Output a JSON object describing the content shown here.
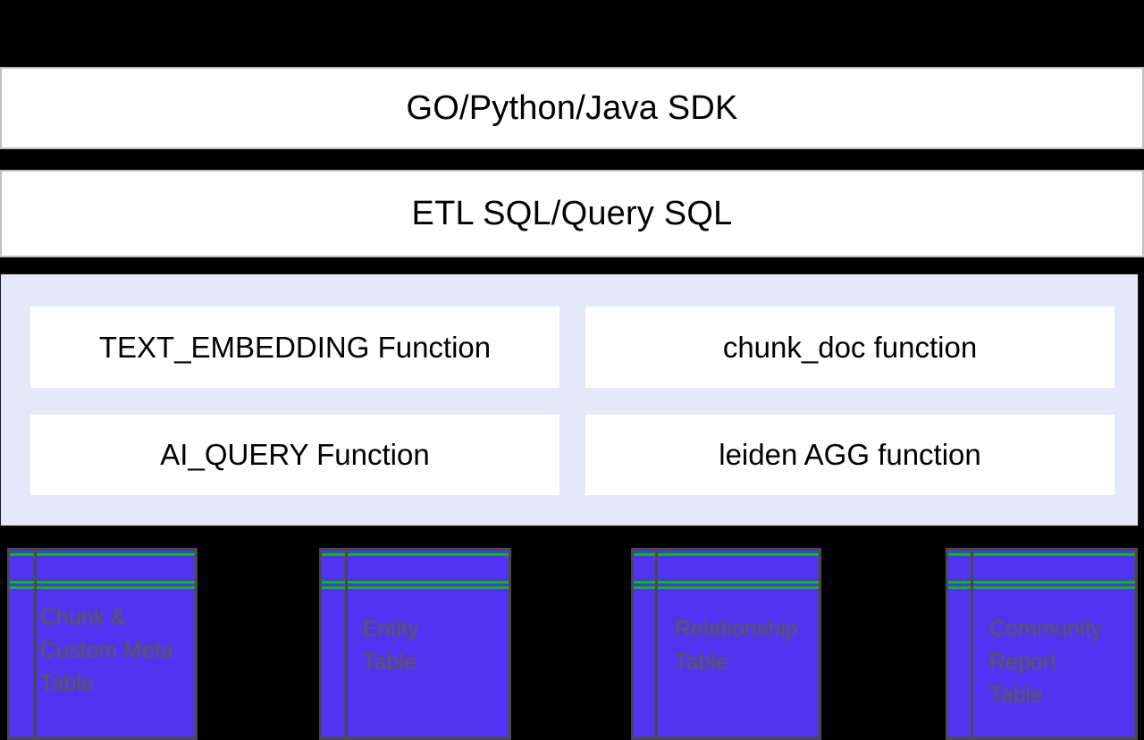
{
  "diagram": {
    "background_color": "#000000",
    "api_layers": [
      {
        "id": "sdk",
        "label": "GO/Python/Java SDK"
      },
      {
        "id": "sql",
        "label": "ETL SQL/Query SQL"
      }
    ],
    "function_panel": {
      "background_color": "#e3e9fb",
      "functions": [
        {
          "id": "text-embedding",
          "label": "TEXT_EMBEDDING Function"
        },
        {
          "id": "chunk-doc",
          "label": "chunk_doc function"
        },
        {
          "id": "ai-query",
          "label": "AI_QUERY Function"
        },
        {
          "id": "leiden-agg",
          "label": "leiden AGG function"
        }
      ]
    },
    "storage_tables": {
      "fill_color": "#5233f2",
      "rule_color": "#00c000",
      "border_color": "#4a4a4a",
      "text_color": "#5b5b43",
      "items": [
        {
          "id": "chunk-custom-meta-table",
          "label": "Chunk &\nCustom Meta\nTable"
        },
        {
          "id": "entity-table",
          "label": "Entity\nTable"
        },
        {
          "id": "relationship-table",
          "label": "Relationship\nTable"
        },
        {
          "id": "community-report-table",
          "label": "Community\nReport\nTable"
        }
      ]
    }
  }
}
